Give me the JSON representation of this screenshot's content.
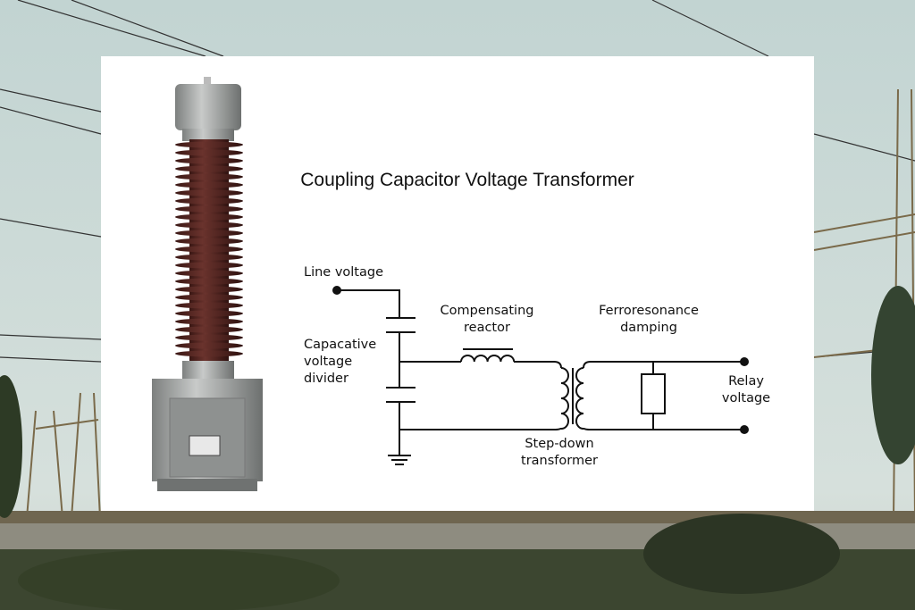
{
  "title": "Coupling Capacitor Voltage Transformer",
  "labels": {
    "line_voltage": "Line voltage",
    "compensating_reactor": [
      "Compensating",
      "reactor"
    ],
    "ferroresonance_damping": [
      "Ferroresonance",
      "damping"
    ],
    "capacitive_divider": [
      "Capacative",
      "voltage",
      "divider"
    ],
    "relay_voltage": [
      "Relay",
      "voltage"
    ],
    "step_down_transformer": [
      "Step-down",
      "transformer"
    ]
  },
  "colors": {
    "sky": "#cbdad8",
    "insulator": "#4a1f1c",
    "metal": "#9a9c9b",
    "wire": "#111111"
  }
}
